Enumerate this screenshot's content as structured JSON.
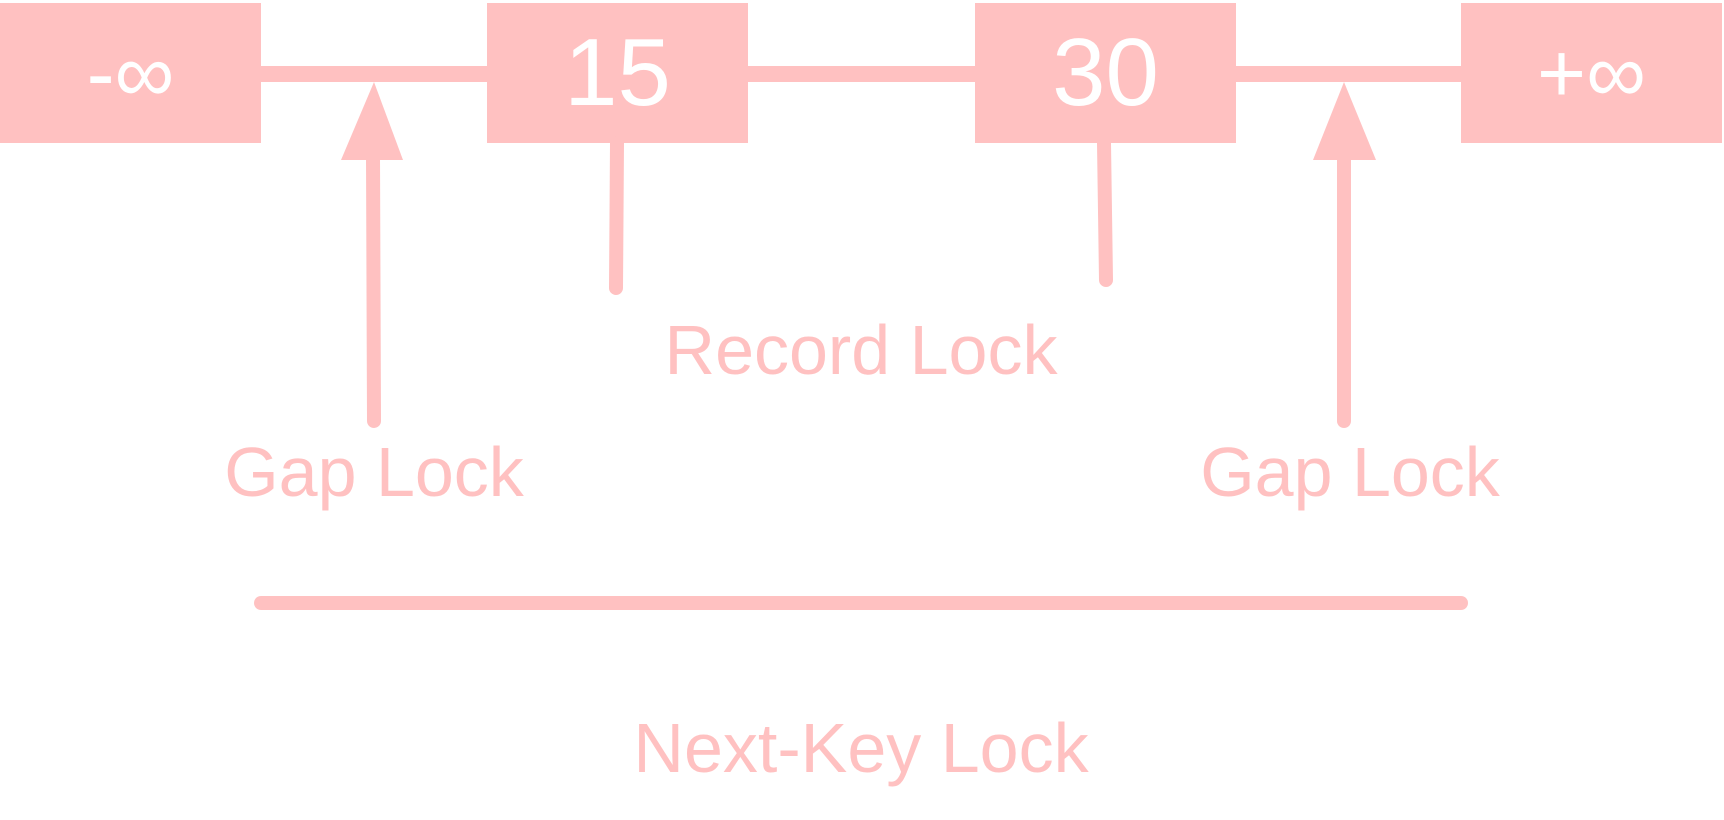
{
  "colors": {
    "accent": "#FFC1C1",
    "text_on_box": "#FFFFFF"
  },
  "nodes": [
    {
      "label": "-∞"
    },
    {
      "label": "15"
    },
    {
      "label": "30"
    },
    {
      "label": "+∞"
    }
  ],
  "labels": {
    "gap_lock_left": "Gap Lock",
    "record_lock": "Record Lock",
    "gap_lock_right": "Gap Lock",
    "next_key_lock": "Next-Key Lock"
  }
}
